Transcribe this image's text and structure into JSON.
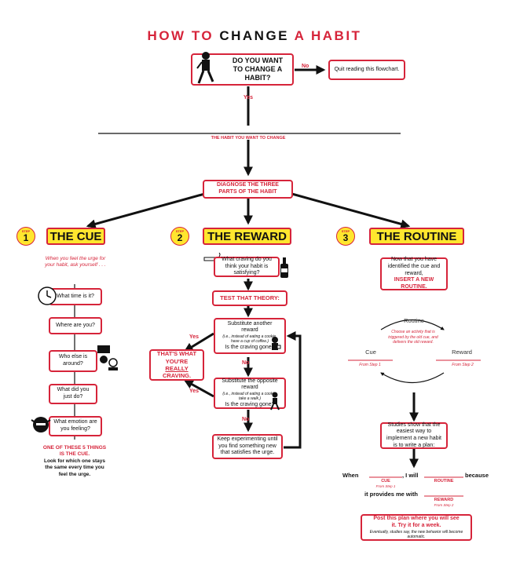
{
  "title": {
    "part1": "HOW TO ",
    "part2": "CHANGE ",
    "part3": "A ",
    "part4": "HABIT"
  },
  "start": {
    "question": "DO YOU WANT TO CHANGE A HABIT?",
    "no_label": "No",
    "quit": "Quit reading this flowchart.",
    "yes_label": "Yes"
  },
  "habit_line_label": "THE HABIT YOU WANT TO CHANGE",
  "diagnose": "DIAGNOSE THE THREE PARTS OF THE HABIT",
  "step_word": "STEP",
  "cue": {
    "number": "1",
    "heading": "THE CUE",
    "prompt": "When you feel the urge for your habit, ask yourself . . .",
    "questions": [
      "What time is it?",
      "Where are you?",
      "Who else is around?",
      "What did you just do?",
      "What emotion are you feeling?"
    ],
    "note_red": "ONE OF THESE 5 THINGS IS THE CUE.",
    "note_black": "Look for which one stays the same every time you feel the urge."
  },
  "reward": {
    "number": "2",
    "heading": "THE REWARD",
    "craving_q": "What craving do you think your habit is satisfying?",
    "test": "TEST THAT THEORY:",
    "sub1_main": "Substitute another reward",
    "sub1_detail": "(i.e., instead of eating a cookie, have a cup of coffee.)",
    "sub1_q": "Is the craving gone?",
    "yes_label": "Yes",
    "no_label": "No",
    "real_craving_1": "THAT'S WHAT YOU'RE ",
    "real_craving_2": "REALLY",
    "real_craving_3": " CRAVING.",
    "sub2_main": "Substitute the opposite reward",
    "sub2_detail": "(i.e., instead of eating a cookie, take a walk.)",
    "sub2_q": "Is the craving gone?",
    "keep": "Keep experimenting until you find something new that satisfies the urge."
  },
  "routine": {
    "number": "3",
    "heading": "THE ROUTINE",
    "now_text": "Now that you have identified the cue and reward,",
    "insert": "INSERT A NEW ROUTINE.",
    "cycle_routine": "Routine",
    "cycle_note": "Choose an activity that is triggered by the old cue, and delivers the old reward.",
    "cycle_cue": "Cue",
    "cycle_reward": "Reward",
    "from1": "From Step 1",
    "from2": "From Step 2",
    "studies": "Studies show that the easiest way to implement a new habit is to write a plan:",
    "plan_when": "When",
    "plan_iwill": ", I will",
    "plan_because": "because",
    "plan_cue": "CUE",
    "plan_routine": "ROUTINE",
    "plan_provides": "it provides me with",
    "plan_reward": "REWARD",
    "post_main": "Post this plan where you will see it. Try it for a week.",
    "post_note": "Eventually, studies say, the new behavior will become automatic."
  },
  "colors": {
    "accent": "#d6243a",
    "highlight": "#ffe62e",
    "ink": "#111111"
  }
}
